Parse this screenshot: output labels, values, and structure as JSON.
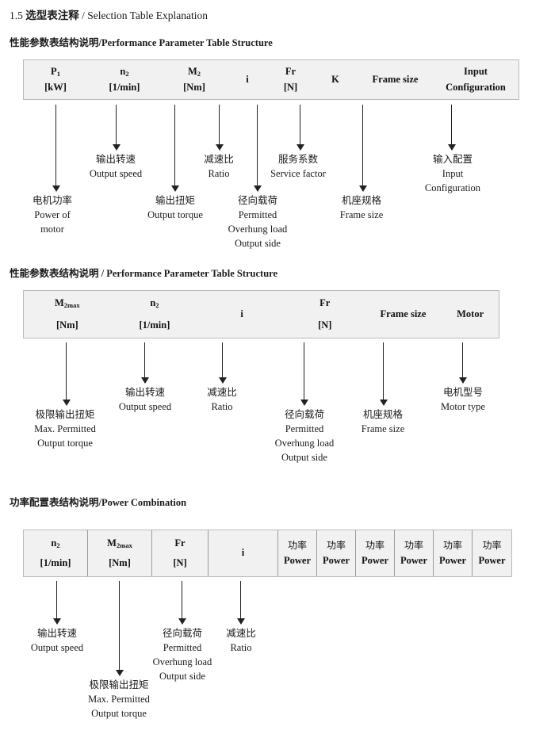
{
  "document": {
    "title_number": "1.5",
    "title_cn": "选型表注释",
    "title_sep": "/",
    "title_en": "Selection Table Explanation"
  },
  "sections": [
    {
      "heading_cn": "性能参数表结构说明",
      "heading_sep": "/",
      "heading_en": "Performance Parameter Table Structure",
      "table": {
        "bordered": false,
        "columns": [
          {
            "line1": "P",
            "sub1": "1",
            "line2": "[kW]"
          },
          {
            "line1": "n",
            "sub1": "2",
            "line2": "[1/min]"
          },
          {
            "line1": "M",
            "sub1": "2",
            "line2": "[Nm]"
          },
          {
            "line1": "i",
            "sub1": "",
            "line2": ""
          },
          {
            "line1": "Fr",
            "sub1": "",
            "line2": "[N]"
          },
          {
            "line1": "K",
            "sub1": "",
            "line2": ""
          },
          {
            "line1": "Frame size",
            "sub1": "",
            "line2": ""
          },
          {
            "line1": "Input",
            "sub1": "",
            "line2": "Configuration"
          }
        ]
      },
      "annotations": [
        {
          "cn": "电机功率",
          "en": [
            "Power of",
            "motor"
          ]
        },
        {
          "cn": "输出转速",
          "en": [
            "Output speed"
          ]
        },
        {
          "cn": "输出扭矩",
          "en": [
            "Output torque"
          ]
        },
        {
          "cn": "减速比",
          "en": [
            "Ratio"
          ]
        },
        {
          "cn": "径向载荷",
          "en": [
            "Permitted",
            "Overhung load",
            "Output side"
          ]
        },
        {
          "cn": "服务系数",
          "en": [
            "Service factor"
          ]
        },
        {
          "cn": "机座规格",
          "en": [
            "Frame size"
          ]
        },
        {
          "cn": "输入配置",
          "en": [
            "Input",
            "Configuration"
          ]
        }
      ]
    },
    {
      "heading_cn": "性能参数表结构说明",
      "heading_sep": "/",
      "heading_en": "Performance Parameter Table Structure",
      "table": {
        "bordered": false,
        "columns": [
          {
            "line1": "M",
            "sub1": "2max",
            "line2": "[Nm]"
          },
          {
            "line1": "n",
            "sub1": "2",
            "line2": "[1/min]"
          },
          {
            "line1": "i",
            "sub1": "",
            "line2": ""
          },
          {
            "line1": "Fr",
            "sub1": "",
            "line2": "[N]"
          },
          {
            "line1": "Frame size",
            "sub1": "",
            "line2": ""
          },
          {
            "line1": "Motor",
            "sub1": "",
            "line2": ""
          }
        ]
      },
      "annotations": [
        {
          "cn": "极限输出扭矩",
          "en": [
            "Max. Permitted",
            "Output  torque"
          ]
        },
        {
          "cn": "输出转速",
          "en": [
            "Output speed"
          ]
        },
        {
          "cn": "减速比",
          "en": [
            "Ratio"
          ]
        },
        {
          "cn": "径向载荷",
          "en": [
            "Permitted",
            "Overhung load",
            "Output side"
          ]
        },
        {
          "cn": "机座规格",
          "en": [
            "Frame size"
          ]
        },
        {
          "cn": "电机型号",
          "en": [
            "Motor type"
          ]
        }
      ]
    },
    {
      "heading_cn": "功率配置表结构说明",
      "heading_sep": "/",
      "heading_en": "Power Combination",
      "table": {
        "bordered": true,
        "columns": [
          {
            "line1": "n",
            "sub1": "2",
            "line2": "[1/min]"
          },
          {
            "line1": "M",
            "sub1": "2max",
            "line2": "[Nm]"
          },
          {
            "line1": "Fr",
            "sub1": "",
            "line2": "[N]"
          },
          {
            "line1": "i",
            "sub1": "",
            "line2": ""
          },
          {
            "line1_cn": "功率",
            "line2": "Power"
          },
          {
            "line1_cn": "功率",
            "line2": "Power"
          },
          {
            "line1_cn": "功率",
            "line2": "Power"
          },
          {
            "line1_cn": "功率",
            "line2": "Power"
          },
          {
            "line1_cn": "功率",
            "line2": "Power"
          },
          {
            "line1_cn": "功率",
            "line2": "Power"
          }
        ]
      },
      "annotations": [
        {
          "cn": "输出转速",
          "en": [
            "Output speed"
          ]
        },
        {
          "cn": "极限输出扭矩",
          "en": [
            "Max. Permitted",
            "Output  torque"
          ]
        },
        {
          "cn": "径向载荷",
          "en": [
            "Permitted",
            "Overhung load",
            "Output side"
          ]
        },
        {
          "cn": "减速比",
          "en": [
            "Ratio"
          ]
        }
      ]
    }
  ]
}
